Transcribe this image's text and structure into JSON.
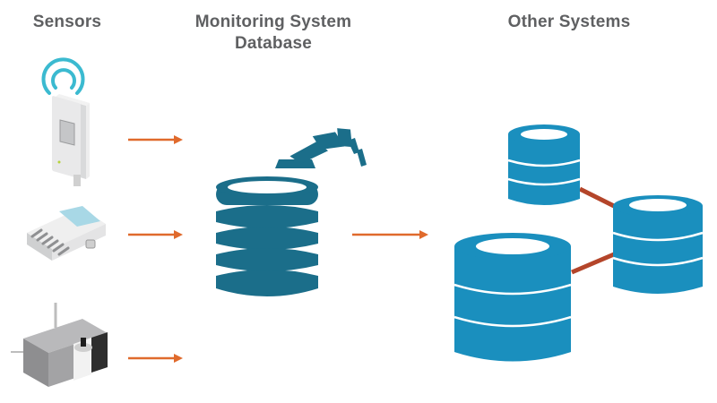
{
  "headings": {
    "sensors": "Sensors",
    "monitoring_line1": "Monitoring System",
    "monitoring_line2": "Database",
    "other": "Other Systems"
  },
  "colors": {
    "heading": "#5f6062",
    "arrow": "#e06a2c",
    "db_dark": "#1b6e8a",
    "db_light": "#1a8fbe",
    "link": "#b4452a",
    "wifi": "#3bbad0"
  },
  "icons": {
    "sensor_1": "wireless-sensor-icon",
    "sensor_2": "data-logger-icon",
    "sensor_3": "probe-sensor-icon",
    "monitoring_db": "database-icon",
    "other_db": "database-icon"
  }
}
